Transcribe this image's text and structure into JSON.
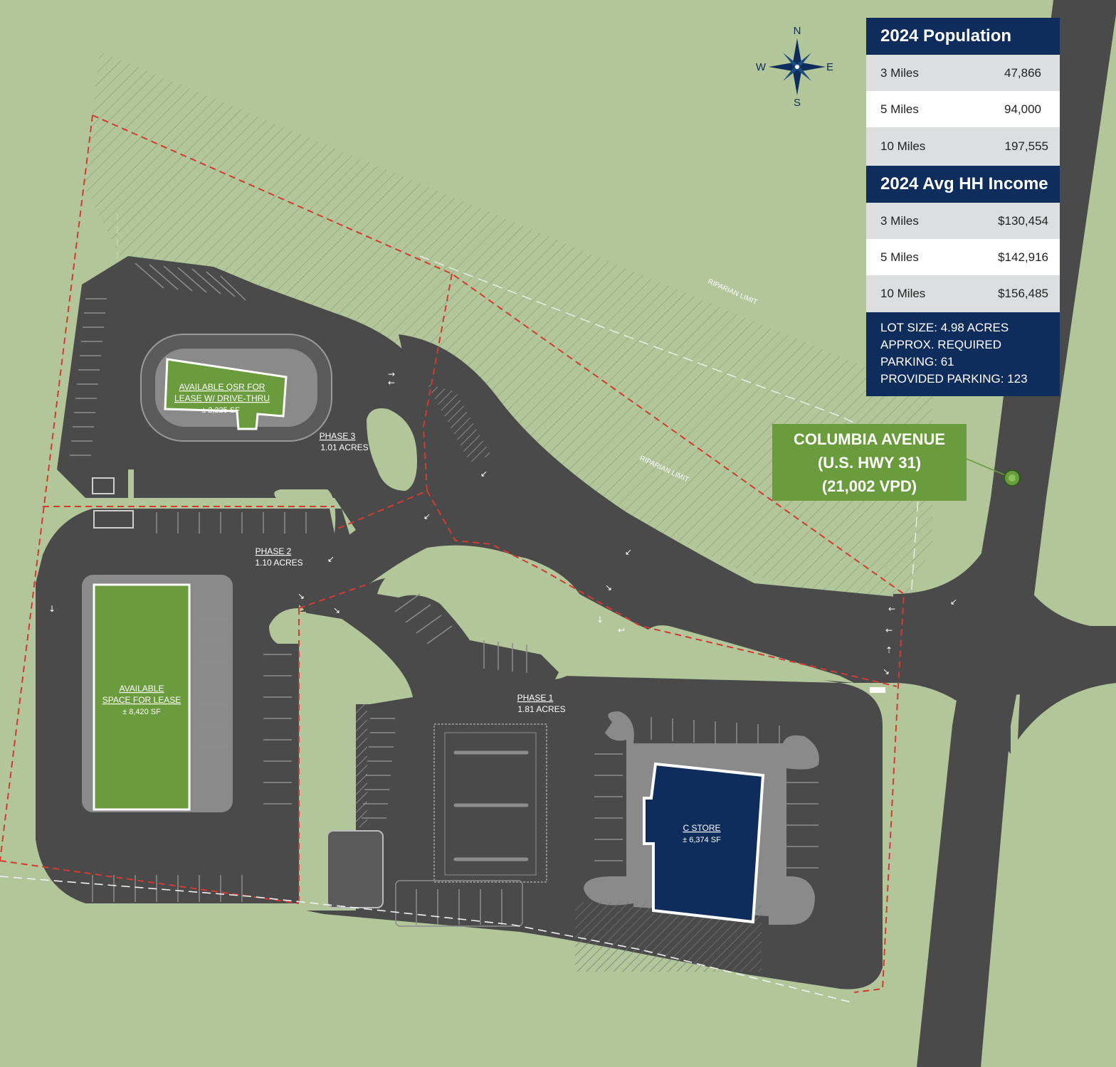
{
  "compass": {
    "n": "N",
    "s": "S",
    "e": "E",
    "w": "W",
    "icon": "compass-rose-icon"
  },
  "population": {
    "title": "2024 Population",
    "rows": [
      {
        "label": "3 Miles",
        "value": "47,866"
      },
      {
        "label": "5 Miles",
        "value": "94,000"
      },
      {
        "label": "10 Miles",
        "value": "197,555"
      }
    ]
  },
  "income": {
    "title": "2024 Avg HH Income",
    "rows": [
      {
        "label": "3 Miles",
        "value": "$130,454"
      },
      {
        "label": "5 Miles",
        "value": "$142,916"
      },
      {
        "label": "10 Miles",
        "value": "$156,485"
      }
    ]
  },
  "lot_info": {
    "lines": [
      "LOT SIZE: 4.98 ACRES",
      "APPROX. REQUIRED",
      "PARKING: 61",
      "PROVIDED PARKING: 123"
    ]
  },
  "road": {
    "line1": "COLUMBIA AVENUE",
    "line2": "(U.S. HWY 31)",
    "line3": "(21,002 VPD)"
  },
  "riparian": {
    "label1": "RIPARIAN LIMIT",
    "label2": "RIPARIAN LIMIT"
  },
  "phases": {
    "phase3": {
      "name": "PHASE 3",
      "acres": "1.01 ACRES"
    },
    "phase2": {
      "name": "PHASE 2",
      "acres": "1.10 ACRES"
    },
    "phase1": {
      "name": "PHASE 1",
      "acres": "1.81 ACRES"
    }
  },
  "buildings": {
    "qsr": {
      "line1": "AVAILABLE QSR FOR",
      "line2": "LEASE W/ DRIVE-THRU",
      "line3": "± 2,225 SF"
    },
    "space": {
      "line1": "AVAILABLE",
      "line2": "SPACE FOR LEASE",
      "line3": "± 8,420 SF"
    },
    "cstore": {
      "line1": "C STORE",
      "line2": "± 6,374 SF"
    }
  },
  "colors": {
    "grass": "#b2c69a",
    "asphalt": "#4a4a4a",
    "navy": "#0e2d5c",
    "green": "#6a9b3c",
    "boundary": "#d23a32"
  }
}
